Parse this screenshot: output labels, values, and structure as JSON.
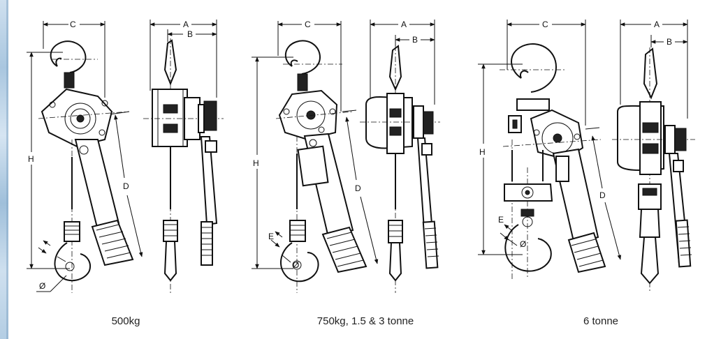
{
  "dimension_labels": {
    "a": "A",
    "b": "B",
    "c": "C",
    "d": "D",
    "e": "E",
    "h": "H",
    "diameter": "Ø"
  },
  "captions": {
    "hoist_500kg": "500kg",
    "hoist_750kg_3t": "750kg, 1.5 & 3 tonne",
    "hoist_6t": "6 tonne"
  },
  "colors": {
    "line": "#111111",
    "background": "#ffffff",
    "edge_strip": "#a9c6df"
  }
}
